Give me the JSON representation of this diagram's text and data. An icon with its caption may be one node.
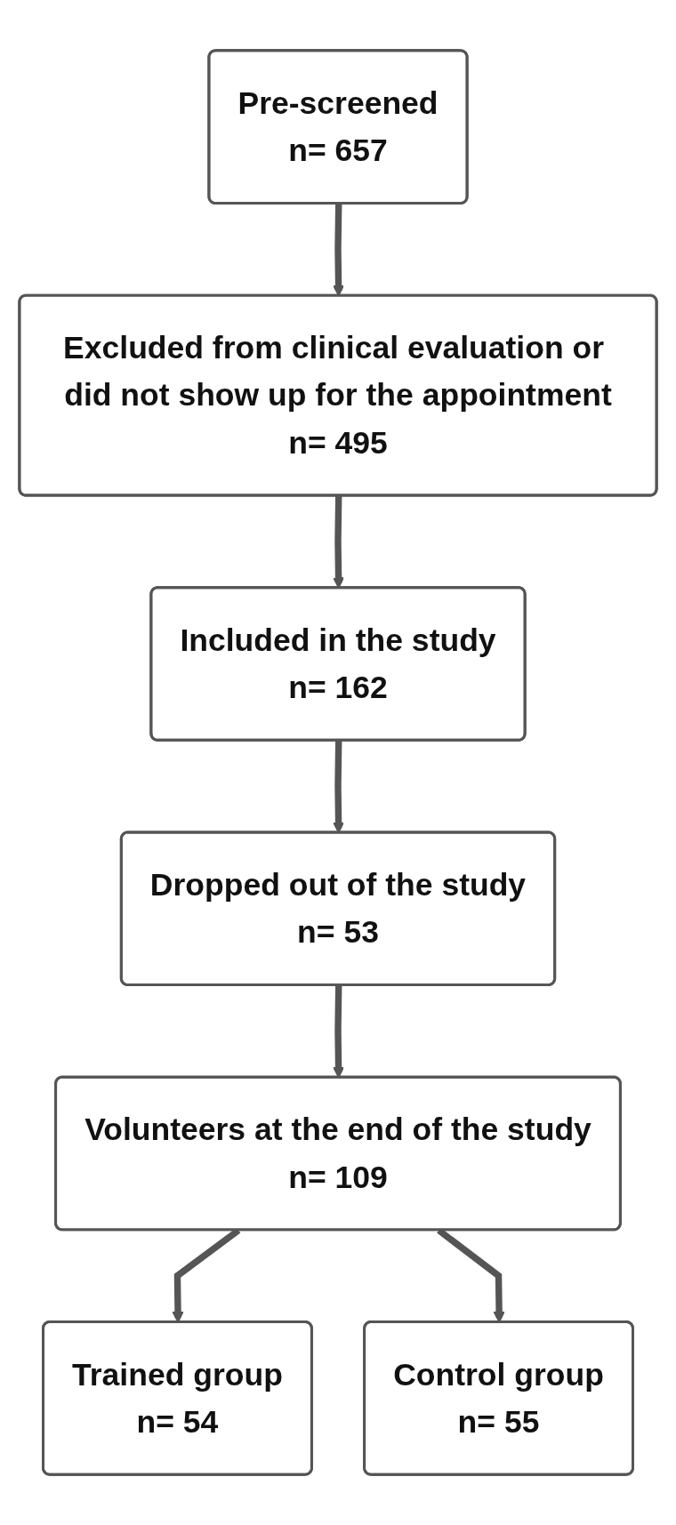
{
  "diagram": {
    "nodes": [
      {
        "text": [
          "Pre-screened",
          "n= 657"
        ]
      },
      {
        "text": [
          "Excluded from clinical evaluation or did not show up for the appointment",
          "n= 495"
        ]
      },
      {
        "text": [
          "Included in the study",
          "n= 162"
        ]
      },
      {
        "text": [
          "Dropped out of the study",
          "n= 53"
        ]
      },
      {
        "text": [
          "Volunteers at the end of the study",
          "n= 109"
        ]
      },
      {
        "text": [
          "Trained group",
          "n= 54"
        ]
      },
      {
        "text": [
          "Control group",
          "n= 55"
        ]
      }
    ],
    "edges": [
      {
        "from": 0,
        "to": 1,
        "arrow": "to"
      },
      {
        "from": 1,
        "to": 2,
        "arrow": "to"
      },
      {
        "from": 2,
        "to": 3,
        "arrow": "to"
      },
      {
        "from": 3,
        "to": 4,
        "arrow": "to"
      },
      {
        "from": 4,
        "to": 5,
        "arrow": "to"
      },
      {
        "from": 4,
        "to": 6,
        "arrow": "to"
      }
    ]
  }
}
